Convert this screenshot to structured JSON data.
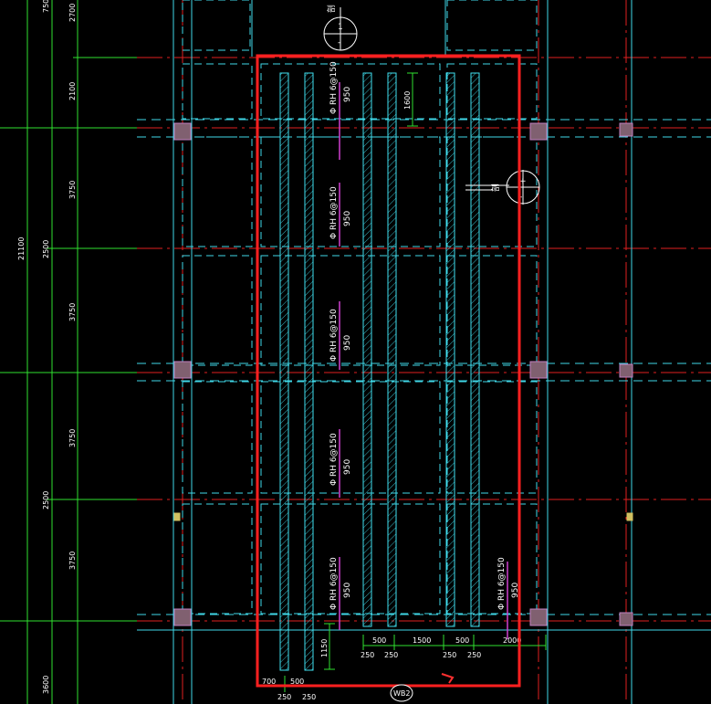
{
  "colors": {
    "background": "#000000",
    "grid_red": "#e02020",
    "dash_cyan": "#40d8e8",
    "dim_green": "#30e030",
    "bar_cyan": "#40e0f0",
    "magenta": "#d040d0",
    "white": "#ffffff",
    "frame_red": "#ff2020",
    "column_fill": "#806070",
    "yellow": "#d0c060"
  },
  "left_dims": {
    "outer": "21100",
    "middle": [
      "750",
      "2500",
      "2500",
      "3600"
    ],
    "inner": [
      "2700",
      "2100",
      "3750",
      "3750",
      "3750",
      "3750"
    ]
  },
  "rebar_labels": [
    "Φ RH 6@150",
    "Φ RH 6@150",
    "Φ RH 6@150",
    "Φ RH 6@150",
    "Φ RH 6@150",
    "Φ RH 6@150"
  ],
  "rebar_spacing_labels": [
    "950",
    "950",
    "950",
    "950",
    "950",
    "950"
  ],
  "dim_1600": "1600",
  "dim_1150": "1150",
  "bottom_dims_right": [
    "500",
    "1500",
    "500",
    "2000"
  ],
  "bottom_dims_right_sub": [
    "250",
    "250",
    "250",
    "250"
  ],
  "bottom_dims_left": [
    "700",
    "500"
  ],
  "bottom_dims_left_sub": [
    "250",
    "250"
  ],
  "section_marks": [
    "剖",
    "剖"
  ],
  "section_signs": [
    "1",
    "-",
    "+",
    "-"
  ],
  "tag": "WB2"
}
